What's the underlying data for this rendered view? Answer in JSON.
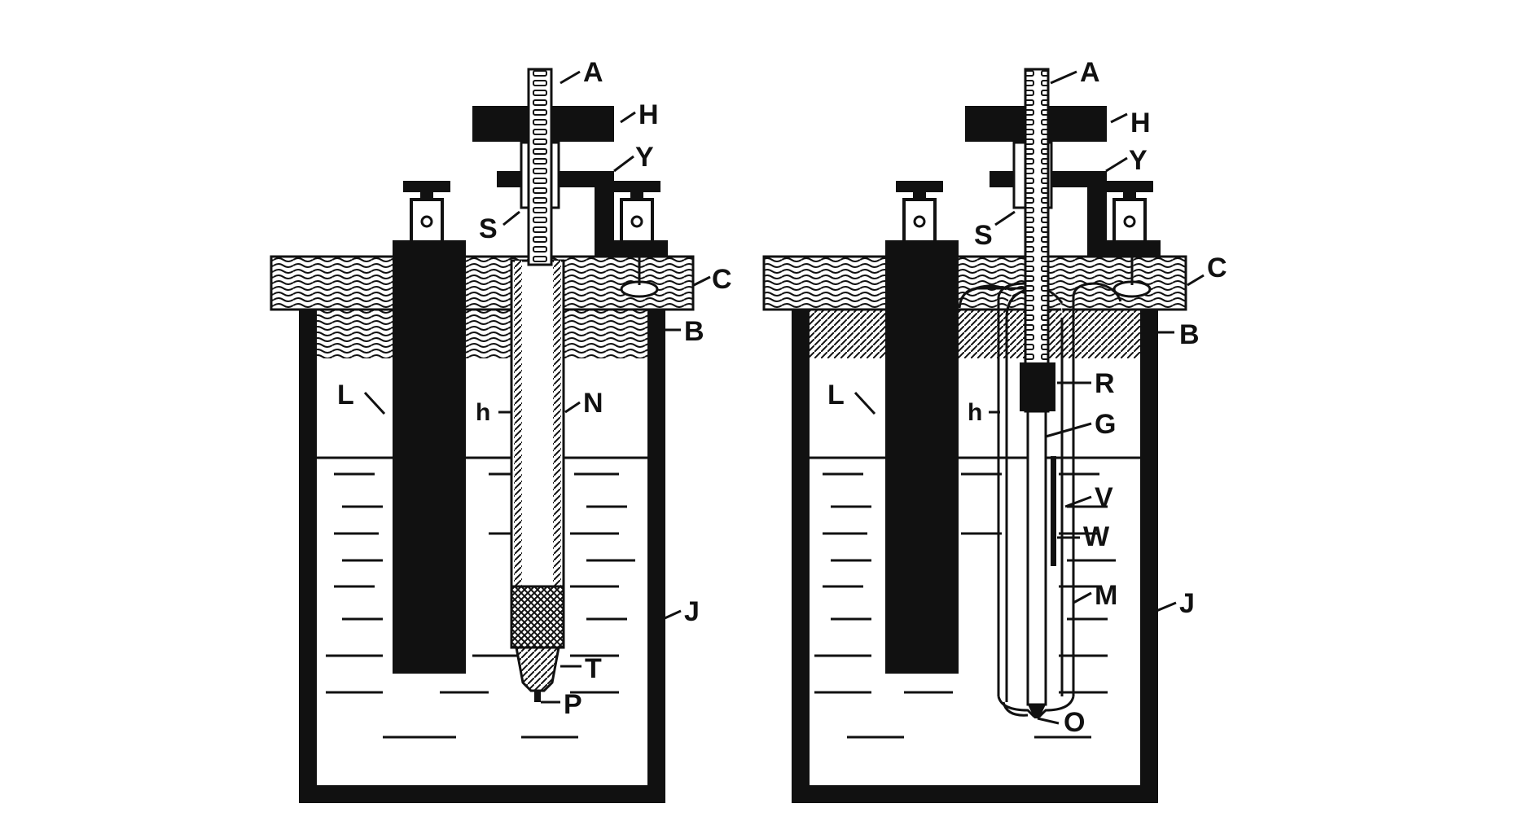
{
  "figure": {
    "background": "#ffffff",
    "ink": "#111111"
  },
  "left_apparatus": {
    "labels": {
      "A": "A",
      "H": "H",
      "Y": "Y",
      "S": "S",
      "C": "C",
      "B": "B",
      "L": "L",
      "h": "h",
      "N": "N",
      "J": "J",
      "T": "T",
      "P": "P"
    }
  },
  "right_apparatus": {
    "labels": {
      "A": "A",
      "H": "H",
      "Y": "Y",
      "S": "S",
      "C": "C",
      "B": "B",
      "L": "L",
      "h": "h",
      "R": "R",
      "G": "G",
      "V": "V",
      "W": "W",
      "M": "M",
      "J": "J",
      "O": "O"
    }
  }
}
